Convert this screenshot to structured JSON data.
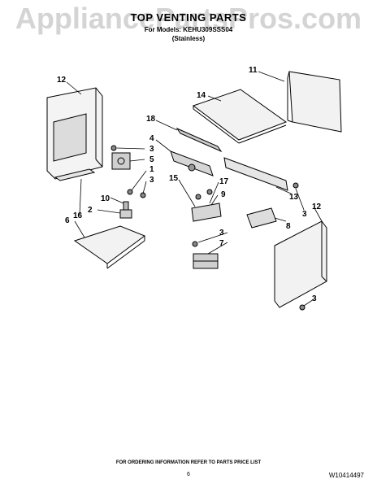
{
  "watermark": "AppliancePartsPros.com",
  "header": {
    "title": "TOP VENTING PARTS",
    "model_line": "For Models: KEHU309SSS04",
    "finish": "(Stainless)"
  },
  "callouts": {
    "c1": "1",
    "c2": "2",
    "c3a": "3",
    "c3b": "3",
    "c3c": "3",
    "c3d": "3",
    "c3e": "3",
    "c4": "4",
    "c5": "5",
    "c6": "6",
    "c7": "7",
    "c8": "8",
    "c9": "9",
    "c10": "10",
    "c11": "11",
    "c12a": "12",
    "c12b": "12",
    "c13": "13",
    "c14": "14",
    "c15": "15",
    "c16": "16",
    "c17": "17",
    "c18": "18"
  },
  "footer": {
    "note": "FOR ORDERING INFORMATION REFER TO PARTS PRICE LIST",
    "page_number": "6",
    "doc_number": "W10414497"
  }
}
